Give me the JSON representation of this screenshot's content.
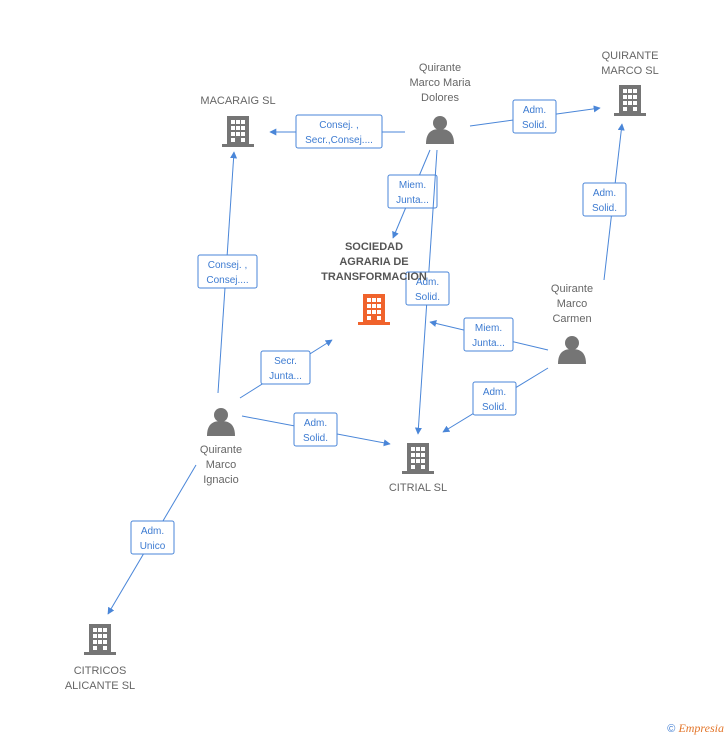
{
  "nodes": [
    {
      "id": "sociedad",
      "type": "company-main",
      "label": [
        "SOCIEDAD",
        "AGRARIA DE",
        "TRANSFORMACION"
      ]
    },
    {
      "id": "macaraig",
      "type": "company",
      "label": [
        "MACARAIG SL"
      ]
    },
    {
      "id": "quirante_sl",
      "type": "company",
      "label": [
        "QUIRANTE",
        "MARCO  SL"
      ]
    },
    {
      "id": "citrial",
      "type": "company",
      "label": [
        "CITRIAL SL"
      ]
    },
    {
      "id": "citricos",
      "type": "company",
      "label": [
        "CITRICOS",
        "ALICANTE SL"
      ]
    },
    {
      "id": "dolores",
      "type": "person",
      "label": [
        "Quirante",
        "Marco Maria",
        "Dolores"
      ]
    },
    {
      "id": "carmen",
      "type": "person",
      "label": [
        "Quirante",
        "Marco",
        "Carmen"
      ]
    },
    {
      "id": "ignacio",
      "type": "person",
      "label": [
        "Quirante",
        "Marco",
        "Ignacio"
      ]
    }
  ],
  "edges": [
    {
      "from": "dolores",
      "to": "macaraig",
      "label": [
        "Consej. ,",
        "Secr.,Consej...."
      ]
    },
    {
      "from": "dolores",
      "to": "quirante_sl",
      "label": [
        "Adm.",
        "Solid."
      ]
    },
    {
      "from": "dolores",
      "to": "sociedad",
      "label": [
        "Miem.",
        "Junta..."
      ]
    },
    {
      "from": "dolores",
      "to": "citrial",
      "label": [
        "Adm.",
        "Solid."
      ]
    },
    {
      "from": "carmen",
      "to": "quirante_sl",
      "label": [
        "Adm.",
        "Solid."
      ]
    },
    {
      "from": "carmen",
      "to": "sociedad",
      "label": [
        "Miem.",
        "Junta..."
      ]
    },
    {
      "from": "carmen",
      "to": "citrial",
      "label": [
        "Adm.",
        "Solid."
      ]
    },
    {
      "from": "ignacio",
      "to": "macaraig",
      "label": [
        "Consej. ,",
        "Consej...."
      ]
    },
    {
      "from": "ignacio",
      "to": "sociedad",
      "label": [
        "Secr.",
        "Junta..."
      ]
    },
    {
      "from": "ignacio",
      "to": "citrial",
      "label": [
        "Adm.",
        "Solid."
      ]
    },
    {
      "from": "ignacio",
      "to": "citricos",
      "label": [
        "Adm.",
        "Unico"
      ]
    }
  ],
  "colors": {
    "edge": "#4a86d8",
    "node": "#757575",
    "main_node": "#f0632c",
    "edge_text": "#3d7bd1"
  },
  "footer": {
    "copyright": "©",
    "brand": "Empresia"
  }
}
